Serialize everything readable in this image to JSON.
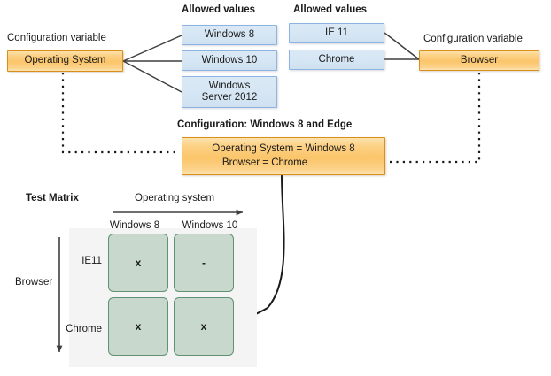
{
  "diagram": {
    "title_left": "Configuration variable",
    "title_right": "Configuration variable",
    "allowed_values_label_left": "Allowed values",
    "allowed_values_label_right": "Allowed values"
  },
  "variables": {
    "os": {
      "name": "Operating System",
      "allowed_values": [
        "Windows 8",
        "Windows 10",
        "Windows\nServer 2012"
      ],
      "allowed_values_text": [
        "Windows 8",
        "Windows 10",
        "Windows Server 2012"
      ]
    },
    "browser": {
      "name": "Browser",
      "allowed_values": [
        "IE 11",
        "Chrome"
      ]
    }
  },
  "configuration": {
    "title": "Configuration: Windows 8 and Edge",
    "line1": "Operating System = Windows 8",
    "line2": "Browser = Chrome"
  },
  "matrix": {
    "title": "Test Matrix",
    "x_axis_label": "Operating system",
    "y_axis_label": "Browser",
    "columns": [
      "Windows 8",
      "Windows 10"
    ],
    "rows": [
      "IE11",
      "Chrome"
    ],
    "cells": [
      [
        "x",
        "-"
      ],
      [
        "x",
        "x"
      ]
    ]
  },
  "colors": {
    "variable_box": "#fbc56a",
    "variable_border": "#d98f1a",
    "value_box": "#d6e6f4",
    "value_border": "#8db3e2",
    "matrix_cell": "#c8d8cc",
    "matrix_cell_border": "#5f9273",
    "connector": "#3f3f3f",
    "text": "#1a1a1a"
  }
}
